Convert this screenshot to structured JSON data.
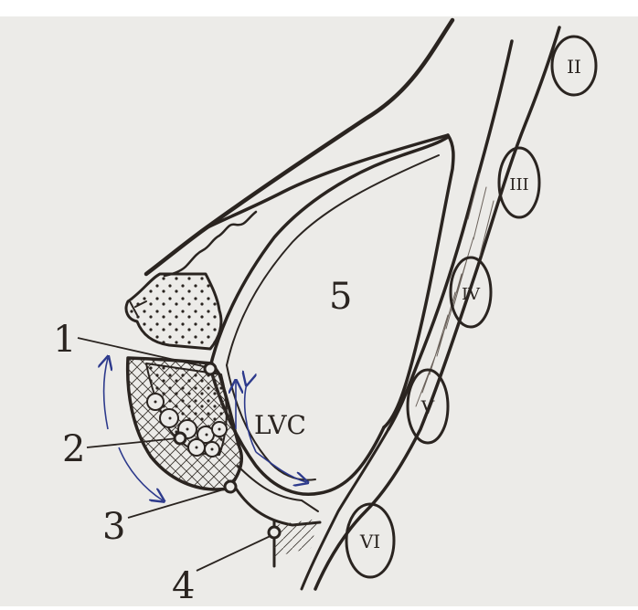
{
  "header_text": "",
  "labels": {
    "n1": "1",
    "n2": "2",
    "n3": "3",
    "n4": "4",
    "n5": "5",
    "lvc": "LVC"
  },
  "roman": {
    "r2": "II",
    "r3": "III",
    "r4": "IV",
    "r5": "V",
    "r6": "VI"
  },
  "colors": {
    "paper": "#ecebe8",
    "ink": "#2a2420",
    "arrow": "#2d3a8c"
  }
}
